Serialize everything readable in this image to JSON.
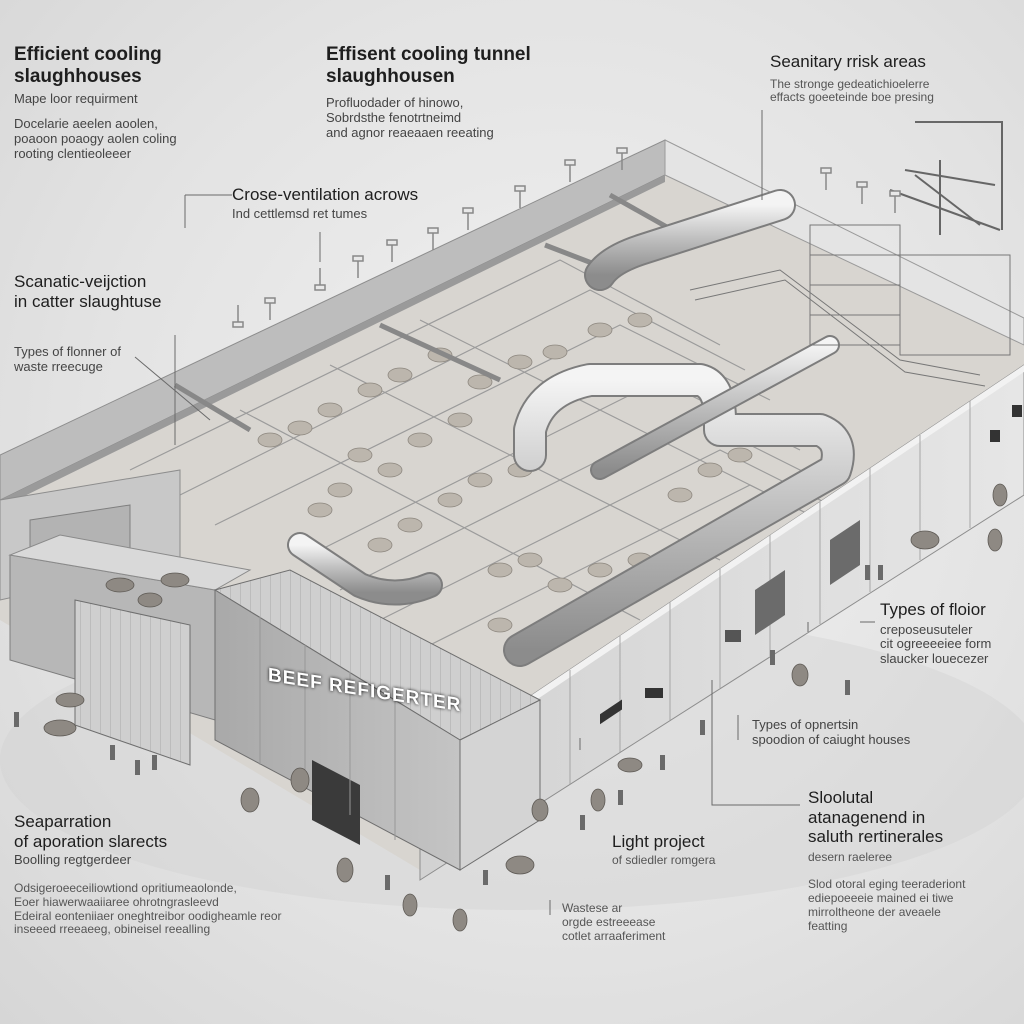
{
  "labels": {
    "efficient_cooling": {
      "title": [
        "Efficient cooling",
        "slaughhouses"
      ],
      "subtitle": "Mape loor requirment",
      "body": [
        "Docelarie aeelen aoolen,",
        "poaoon poaogy aolen coling",
        "rooting clentieoleeer"
      ]
    },
    "cooling_tunnel": {
      "title": [
        "Effisent cooling tunnel",
        "slaughhousen"
      ],
      "body": [
        "Profluodader of hinowo,",
        "Sobrdsthe fenotrtneimd",
        "and agnor reaeaaen reeating"
      ]
    },
    "sanitary": {
      "title": "Seanitary rrisk areas",
      "body": [
        "The stronge gedeatichioelerre",
        "effacts goeeteinde boe presing"
      ]
    },
    "cross_ventilation": {
      "title": "Crose-ventilation acrows",
      "body": "Ind cettlemsd ret tumes"
    },
    "scenatic": {
      "title": [
        "Scanatic-veijction",
        "in catter slaughtuse"
      ]
    },
    "types_waste": {
      "body": [
        "Types of flonner of",
        "waste rreecuge"
      ]
    },
    "separation": {
      "title": [
        "Seaparration",
        "of aporation slarects"
      ],
      "subtitle": "Boolling regtgerdeer",
      "body": [
        "Odsigeroeeceiliowtiond opritiumeaolonde,",
        "Eoer hiawerwaaiiaree ohrotngrasleevd",
        "Edeiral eonteniiaer oneghtreibor oodigheamle reor",
        "inseeed rreeaeeg, obineisel reealling"
      ]
    },
    "types_floor": {
      "title": "Types of floior",
      "body": [
        "creposeusuteler",
        "cit ogreeeeiee form",
        "slaucker louecezer"
      ]
    },
    "types_operation": {
      "body": [
        "Types of opnertsin",
        "spoodion of caiught houses"
      ]
    },
    "light_project": {
      "title": "Light project",
      "body": "of sdiedler romgera"
    },
    "waste_arrangement": {
      "body": [
        "Wastese ar",
        "orgde estreeease",
        "cotlet arraaferiment"
      ]
    },
    "slooutal": {
      "title": [
        "Sloolutal",
        "atanagenend in",
        "saluth rertinerales"
      ],
      "subtitle": "desern raeleree",
      "body": [
        "Slod otoral eging teeraderiont",
        "ediepoeeeie mained ei tiwe",
        "mirroltheone der aveaele",
        "featting"
      ]
    }
  },
  "building": {
    "sign": "BEEF REFIGERTER"
  }
}
